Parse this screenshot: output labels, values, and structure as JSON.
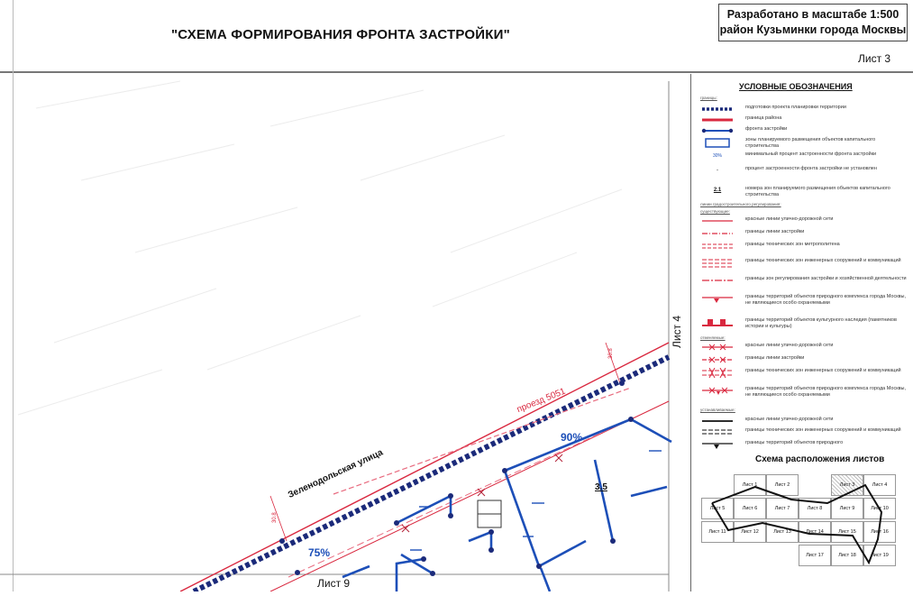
{
  "header": {
    "title": "\"СХЕМА ФОРМИРОВАНИЯ ФРОНТА ЗАСТРОЙКИ\"",
    "scale_line": "Разработано в масштабе 1:500",
    "district_line": "район Кузьминки города Москвы",
    "sheet_number": "Лист 3"
  },
  "map": {
    "street_name": "Зеленодольская улица",
    "passage_name": "проезд 5051",
    "neighbour_sheet_right": "Лист 4",
    "neighbour_sheet_bottom": "Лист 9",
    "percent_upper": "90%",
    "percent_lower": "75%",
    "zone_number": "3.5",
    "dimension_label_upper": "30.8",
    "dimension_label_lower": "30.8"
  },
  "legend": {
    "title": "УСЛОВНЫЕ ОБОЗНАЧЕНИЯ",
    "group_boundaries": "границы:",
    "items_top": [
      {
        "icon": "dotted-navy-line",
        "text": "подготовки проекта планировки территории"
      },
      {
        "icon": "red-thick-line",
        "text": "граница района"
      },
      {
        "icon": "blue-dotted-front-line",
        "text": "фронта застройки"
      },
      {
        "icon": "blue-rectangle",
        "text": "зоны планируемого размещения объектов капитального строительства"
      },
      {
        "icon": "percent-label",
        "text": "минимальный процент застроенности фронта застройки",
        "symbol": "30%"
      },
      {
        "icon": "dash",
        "text": "процент застроенности фронта застройки не установлен",
        "symbol": "-"
      },
      {
        "icon": "zone-number",
        "text": "номера зон планируемого размещения объектов капитального строительства",
        "symbol": "2.1"
      }
    ],
    "group_regulation": "линии градостроительного регулирования:",
    "group_existing": "существующие:",
    "items_existing": [
      {
        "icon": "red-line",
        "text": "красные линии улично-дорожной сети"
      },
      {
        "icon": "red-dash-line",
        "text": "границы линии застройки"
      },
      {
        "icon": "red-hatch-line",
        "text": "границы технических зон метрополитена"
      },
      {
        "icon": "red-double-line",
        "text": "границы технических зон инженерных сооружений и коммуникаций"
      },
      {
        "icon": "red-dashdot-line",
        "text": "границы зон регулирования застройки и хозяйственной деятельности"
      },
      {
        "icon": "red-triangle-line",
        "text": "границы территорий объектов природного комплекса города Москвы, не являющиеся особо охраняемыми"
      },
      {
        "icon": "red-block-line",
        "text": "границы территорий объектов культурного наследия (памятников истории и культуры)"
      }
    ],
    "group_cancelled": "отменяемые:",
    "items_cancelled": [
      {
        "icon": "red-cross-line",
        "text": "красные линии улично-дорожной сети"
      },
      {
        "icon": "red-cross-dash-line",
        "text": "границы линии застройки"
      },
      {
        "icon": "red-cross-double-line",
        "text": "границы технических зон инженерных сооружений и коммуникаций"
      },
      {
        "icon": "red-cross-triangle-line",
        "text": "границы территорий объектов природного комплекса города Москвы, не являющиеся особо охраняемыми"
      }
    ],
    "group_established": "устанавливаемые:",
    "items_established": [
      {
        "icon": "black-line",
        "text": "красные линии улично-дорожной сети"
      },
      {
        "icon": "black-double-line",
        "text": "границы технических зон инженерных сооружений и коммуникаций"
      },
      {
        "icon": "black-triangle-line",
        "text": "границы территорий объектов природного"
      }
    ]
  },
  "sheet_layout": {
    "title": "Схема расположения листов",
    "row1": [
      "Лист 1",
      "Лист 2",
      "Лист 3",
      "Лист 4"
    ],
    "row2": [
      "Лист 5",
      "Лист 6",
      "Лист 7",
      "Лист 8",
      "Лист 9",
      "Лист 10"
    ],
    "row3": [
      "Лист 11",
      "Лист 12",
      "Лист 13",
      "Лист 14",
      "Лист 15",
      "Лист 16"
    ],
    "row4": [
      "Лист 17",
      "Лист 18",
      "Лист 19"
    ],
    "highlighted": "Лист 3"
  },
  "colors": {
    "navy": "#1b2a7a",
    "front_blue": "#1d4fb8",
    "red_line": "#d9283f",
    "pink_dash": "#e86a7e"
  }
}
